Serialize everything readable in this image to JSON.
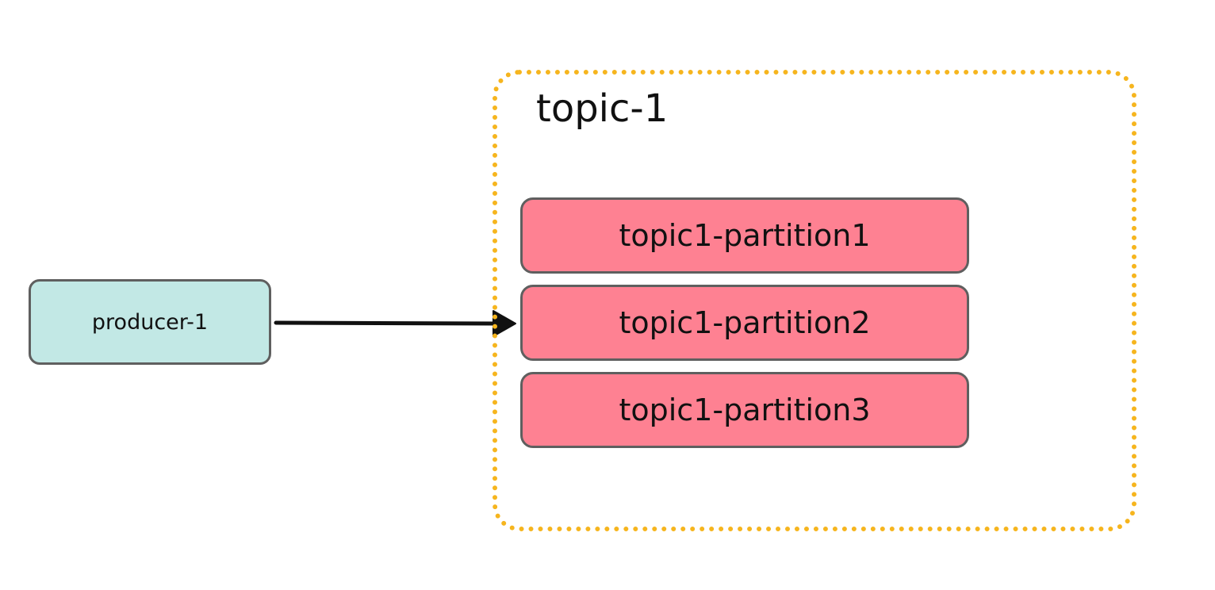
{
  "producer": {
    "label": "producer-1"
  },
  "topic": {
    "title": "topic-1",
    "partitions": [
      {
        "label": "topic1-partition1"
      },
      {
        "label": "topic1-partition2"
      },
      {
        "label": "topic1-partition3"
      }
    ]
  },
  "colors": {
    "producer_fill": "#c2e8e5",
    "partition_fill": "#fe8192",
    "topic_border": "#f6b51e",
    "box_border": "#5f5f5f",
    "arrow": "#111111"
  }
}
